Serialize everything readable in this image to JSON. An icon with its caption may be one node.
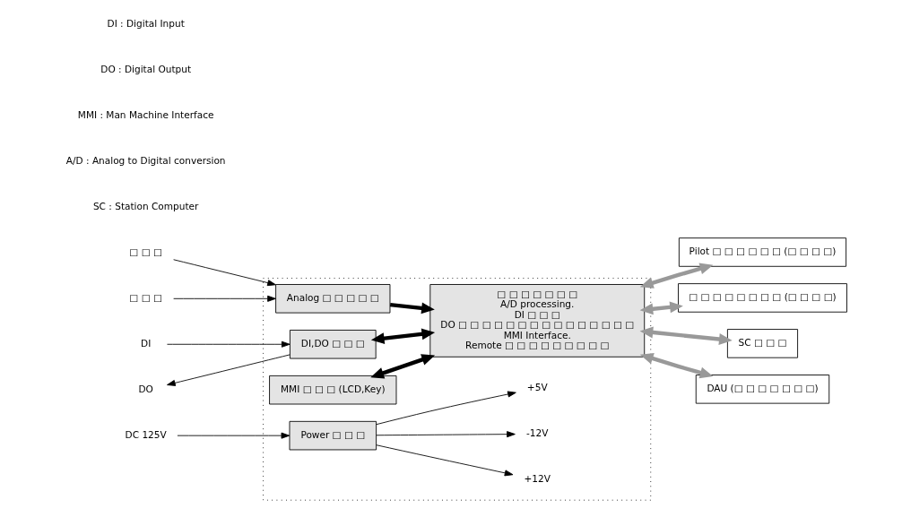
{
  "diagram": {
    "nodes": [
      {
        "text": [],
        "shape": "box"
      },
      {
        "text": [
          "□ □ □"
        ]
      },
      {
        "text": [
          "□ □ □"
        ]
      },
      {
        "text": [
          "DI"
        ]
      },
      {
        "text": [
          "DO"
        ]
      },
      {
        "text": [
          "DC 125V"
        ]
      },
      {
        "text": [
          "Analog □ □ □ □ □"
        ],
        "in": 0
      },
      {
        "text": [
          "DI,DO □ □ □"
        ],
        "in": 0
      },
      {
        "text": [
          "MMI □ □ □ (LCD,Key)"
        ],
        "in": 0
      },
      {
        "text": [
          "Power □ □ □"
        ],
        "in": 0
      },
      {
        "text": [
          "+12V"
        ],
        "in": 0
      },
      {
        "text": [
          "-12V"
        ],
        "in": 0
      },
      {
        "text": [
          "+5V"
        ],
        "in": 0
      },
      {
        "text": [
          "□ □ □ □ □ □ □",
          "A/D processing.",
          "DI □ □ □",
          "DO □ □ □ □ □ □ □ □ □ □ □ □ □ □ □",
          "MMI Interface.",
          "Remote □ □ □ □ □ □ □ □ □"
        ],
        "in": 0
      },
      {
        "text": [
          "Pilot □ □ □ □ □ □ (□ □ □ □)"
        ]
      },
      {
        "text": [
          "□ □ □ □ □ □ □ □ (□ □ □ □)"
        ]
      },
      {
        "text": [
          "SC □ □ □"
        ]
      },
      {
        "text": [
          "DAU (□ □ □ □ □ □ □)"
        ]
      }
    ],
    "edges": [
      {
        "from": 1,
        "to": 6,
        "arrow": "to"
      },
      {
        "from": 2,
        "to": 6,
        "arrow": "to"
      },
      {
        "from": 3,
        "to": 7,
        "arrow": "to"
      },
      {
        "from": 7,
        "to": 4,
        "arrow": "to"
      },
      {
        "from": 5,
        "to": 9,
        "arrow": "to"
      },
      {
        "from": 9,
        "to": 10,
        "arrow": "to"
      },
      {
        "from": 9,
        "to": 11,
        "arrow": "to"
      },
      {
        "from": 9,
        "to": 12,
        "arrow": "to"
      },
      {
        "from": 6,
        "to": 13,
        "arrow": "to",
        "style": "thick"
      },
      {
        "from": 7,
        "to": 13,
        "arrow": "both",
        "style": "thick"
      },
      {
        "from": 8,
        "to": 13,
        "arrow": "both",
        "style": "thick"
      },
      {
        "from": 13,
        "to": 14,
        "arrow": "both",
        "style": "thick",
        "color": "#999999"
      },
      {
        "from": 13,
        "to": 15,
        "arrow": "both",
        "style": "thick",
        "color": "#999999"
      },
      {
        "from": 13,
        "to": 16,
        "arrow": "both",
        "style": "thick",
        "color": "#999999"
      },
      {
        "from": 13,
        "to": 17,
        "arrow": "both",
        "style": "thick",
        "color": "#999999"
      }
    ],
    "labels": [
      "DI : Digital Input",
      "DO : Digital Output",
      "MMI : Man Machine Interface",
      "A/D : Analog to Digital conversion",
      "SC : Station Computer"
    ]
  }
}
